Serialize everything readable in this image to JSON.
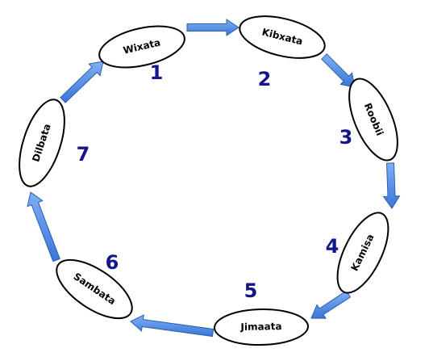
{
  "diagram": {
    "days": [
      {
        "name": "Wixata",
        "number": "1"
      },
      {
        "name": "Kibxata",
        "number": "2"
      },
      {
        "name": "Roobii",
        "number": "3"
      },
      {
        "name": "Kamisa",
        "number": "4"
      },
      {
        "name": "Jimaata",
        "number": "5"
      },
      {
        "name": "Sambata",
        "number": "6"
      },
      {
        "name": "Dilbata",
        "number": "7"
      }
    ],
    "colors": {
      "arrow_fill": "#4a86e0",
      "arrow_stroke": "#2b5fb0",
      "node_stroke": "#000000",
      "node_fill": "#ffffff",
      "number": "#14148c"
    }
  }
}
